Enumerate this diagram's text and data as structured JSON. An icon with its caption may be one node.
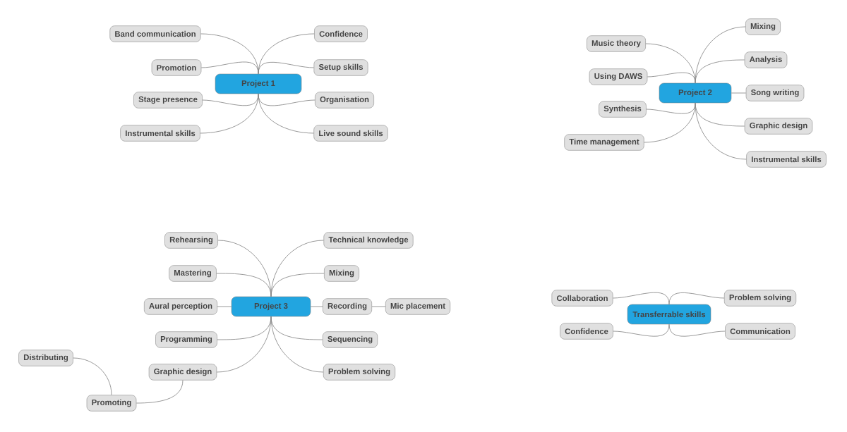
{
  "diagram": {
    "nodes": [
      {
        "text": [
          "Project 1"
        ]
      },
      {
        "text": [
          "Band communication"
        ]
      },
      {
        "text": [
          "Promotion"
        ]
      },
      {
        "text": [
          "Stage presence"
        ]
      },
      {
        "text": [
          "Instrumental skills"
        ]
      },
      {
        "text": [
          "Confidence"
        ]
      },
      {
        "text": [
          "Setup skills"
        ]
      },
      {
        "text": [
          "Organisation"
        ]
      },
      {
        "text": [
          "Live sound skills"
        ]
      },
      {
        "text": [
          "Project 2"
        ]
      },
      {
        "text": [
          "Music theory"
        ]
      },
      {
        "text": [
          "Using DAWS"
        ]
      },
      {
        "text": [
          "Synthesis"
        ]
      },
      {
        "text": [
          "Time management"
        ]
      },
      {
        "text": [
          "Mixing"
        ]
      },
      {
        "text": [
          "Analysis"
        ]
      },
      {
        "text": [
          "Song writing"
        ]
      },
      {
        "text": [
          "Graphic design"
        ]
      },
      {
        "text": [
          "Instrumental skills"
        ]
      },
      {
        "text": [
          "Project 3"
        ]
      },
      {
        "text": [
          "Rehearsing"
        ]
      },
      {
        "text": [
          "Mastering"
        ]
      },
      {
        "text": [
          "Aural perception"
        ]
      },
      {
        "text": [
          "Programming"
        ]
      },
      {
        "text": [
          "Graphic design"
        ]
      },
      {
        "text": [
          "Technical knowledge"
        ]
      },
      {
        "text": [
          "Mixing"
        ]
      },
      {
        "text": [
          "Recording"
        ]
      },
      {
        "text": [
          "Mic placement"
        ]
      },
      {
        "text": [
          "Sequencing"
        ]
      },
      {
        "text": [
          "Problem solving"
        ]
      },
      {
        "text": [
          "Promoting"
        ]
      },
      {
        "text": [
          "Distributing"
        ]
      },
      {
        "text": [
          "Transferrable skills"
        ]
      },
      {
        "text": [
          "Collaboration"
        ]
      },
      {
        "text": [
          "Confidence"
        ]
      },
      {
        "text": [
          "Problem solving"
        ]
      },
      {
        "text": [
          "Communication"
        ]
      }
    ],
    "edges": [
      {
        "from": 0,
        "to": 1,
        "arrow": "none"
      },
      {
        "from": 0,
        "to": 2,
        "arrow": "none"
      },
      {
        "from": 0,
        "to": 3,
        "arrow": "none"
      },
      {
        "from": 0,
        "to": 4,
        "arrow": "none"
      },
      {
        "from": 0,
        "to": 5,
        "arrow": "none"
      },
      {
        "from": 0,
        "to": 6,
        "arrow": "none"
      },
      {
        "from": 0,
        "to": 7,
        "arrow": "none"
      },
      {
        "from": 0,
        "to": 8,
        "arrow": "none"
      },
      {
        "from": 9,
        "to": 10,
        "arrow": "none"
      },
      {
        "from": 9,
        "to": 11,
        "arrow": "none"
      },
      {
        "from": 9,
        "to": 12,
        "arrow": "none"
      },
      {
        "from": 9,
        "to": 13,
        "arrow": "none"
      },
      {
        "from": 9,
        "to": 14,
        "arrow": "none"
      },
      {
        "from": 9,
        "to": 15,
        "arrow": "none"
      },
      {
        "from": 9,
        "to": 16,
        "arrow": "none"
      },
      {
        "from": 9,
        "to": 17,
        "arrow": "none"
      },
      {
        "from": 9,
        "to": 18,
        "arrow": "none"
      },
      {
        "from": 19,
        "to": 20,
        "arrow": "none"
      },
      {
        "from": 19,
        "to": 21,
        "arrow": "none"
      },
      {
        "from": 19,
        "to": 22,
        "arrow": "none"
      },
      {
        "from": 19,
        "to": 23,
        "arrow": "none"
      },
      {
        "from": 19,
        "to": 24,
        "arrow": "none"
      },
      {
        "from": 19,
        "to": 25,
        "arrow": "none"
      },
      {
        "from": 19,
        "to": 26,
        "arrow": "none"
      },
      {
        "from": 19,
        "to": 27,
        "arrow": "none"
      },
      {
        "from": 27,
        "to": 28,
        "arrow": "none"
      },
      {
        "from": 19,
        "to": 29,
        "arrow": "none"
      },
      {
        "from": 19,
        "to": 30,
        "arrow": "none"
      },
      {
        "from": 24,
        "to": 31,
        "arrow": "none"
      },
      {
        "from": 31,
        "to": 32,
        "arrow": "none"
      },
      {
        "from": 33,
        "to": 34,
        "arrow": "none"
      },
      {
        "from": 33,
        "to": 35,
        "arrow": "none"
      },
      {
        "from": 33,
        "to": 36,
        "arrow": "none"
      },
      {
        "from": 33,
        "to": 37,
        "arrow": "none"
      }
    ]
  }
}
